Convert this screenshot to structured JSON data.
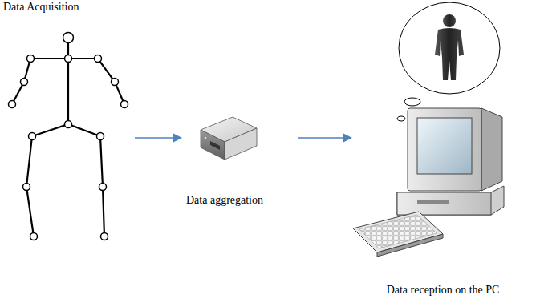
{
  "diagram": {
    "nodes": [
      {
        "text": [
          "Data Acquisition"
        ]
      },
      {
        "text": [
          "Data aggregation"
        ]
      },
      {
        "text": [
          "Data reception on the PC"
        ]
      }
    ],
    "edges": [
      {
        "from": 0,
        "to": 1,
        "arrow": "to"
      },
      {
        "from": 1,
        "to": 2,
        "arrow": "to"
      }
    ]
  }
}
